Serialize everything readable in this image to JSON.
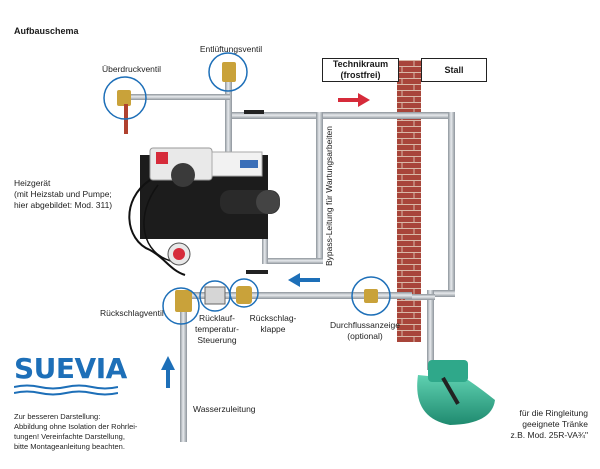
{
  "title": "Aufbauschema",
  "header": {
    "technikraum": "Technikraum\n(frostfrei)",
    "stall": "Stall"
  },
  "labels": {
    "entlueftungsventil": "Entlüftungsventil",
    "ueberdruckventil": "Überdruckventil",
    "heizgeraet": "Heizgerät\n(mit Heizstab und Pumpe;\nhier abgebildet: Mod. 311)",
    "bypass": "Bypass-Leitung für Wartungsarbeiten",
    "rueckschlagventil": "Rückschlagventil",
    "ruecklauf": "Rücklauf-\ntemperatur-\nSteuerung",
    "rueckschlagklappe": "Rückschlag-\nklappe",
    "durchflussanzeige": "Durchflussanzeige\n(optional)",
    "wasserzuleitung": "Wasserzuleitung",
    "ringleitung": "für die Ringleitung\ngeeignete Tränke\nz.B. Mod. 25R-VA¾\"",
    "note": "Zur besseren Darstellung:\nAbbildung ohne Isolation der Rohrlei-\ntungen! Vereinfachte Darstellung,\nbitte Montageanleitung beachten."
  },
  "logo": "SUEVIA",
  "colors": {
    "arrow_red": "#d62b3a",
    "arrow_blue": "#1d6fb8",
    "brick": "#a8453a",
    "pipe": "#b9bec4",
    "brass": "#c9a23a",
    "trough": "#2fa88a",
    "logo_blue": "#1d6fb8"
  },
  "icons": [
    "arrow-right-red",
    "arrow-left-blue",
    "arrow-up-blue"
  ]
}
